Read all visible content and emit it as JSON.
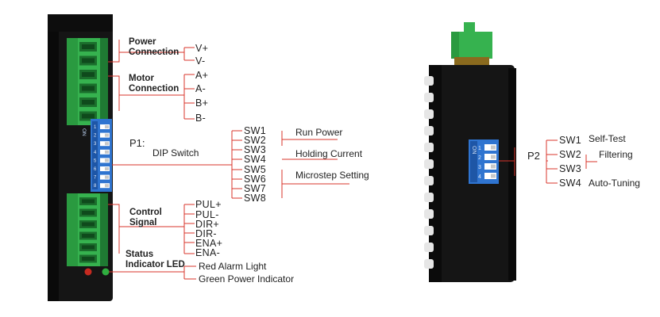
{
  "left_driver": {
    "power_connection": {
      "label": "Power\nConnection",
      "pins": [
        "V+",
        "V-"
      ]
    },
    "motor_connection": {
      "label": "Motor\nConnection",
      "pins": [
        "A+",
        "A-",
        "B+",
        "B-"
      ]
    },
    "dip_switch": {
      "prefix": "P1:",
      "label": "DIP Switch",
      "switches": [
        "SW1",
        "SW2",
        "SW3",
        "SW4",
        "SW5",
        "SW6",
        "SW7",
        "SW8"
      ],
      "functions": [
        "Run Power",
        "Holding Current",
        "Microstep Setting"
      ],
      "on_mark": "ON",
      "numbers": [
        "1",
        "2",
        "3",
        "4",
        "5",
        "6",
        "7",
        "8"
      ]
    },
    "control_signal": {
      "label": "Control\nSignal",
      "pins": [
        "PUL+",
        "PUL-",
        "DIR+",
        "DIR-",
        "ENA+",
        "ENA-"
      ]
    },
    "status_led": {
      "label": "Status\nIndicator LED",
      "items": [
        "Red Alarm Light",
        "Green Power Indicator"
      ]
    }
  },
  "right_driver": {
    "dip_switch": {
      "prefix": "P2",
      "switches": [
        "SW1",
        "SW2",
        "SW3",
        "SW4"
      ],
      "functions": [
        "Self-Test",
        "Filtering",
        "Auto-Tuning"
      ],
      "on_mark": "ON",
      "numbers": [
        "1",
        "2",
        "3",
        "4"
      ]
    }
  },
  "colors": {
    "line": "#d9342b",
    "case": "#151515",
    "terminal": "#36b24f",
    "terminal_dark": "#1f7a33",
    "dip": "#2f74d0",
    "red_led": "#c62a20",
    "green_led": "#2fae3f"
  }
}
